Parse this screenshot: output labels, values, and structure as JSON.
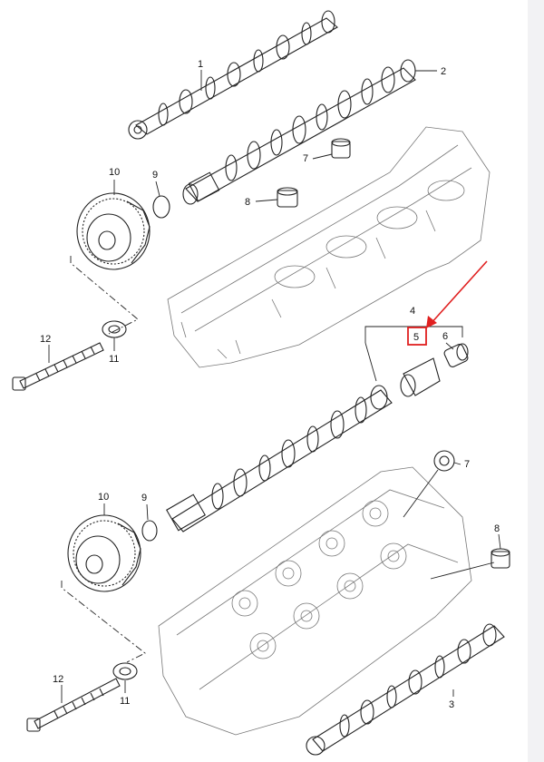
{
  "diagram": {
    "callouts": [
      {
        "id": "c1",
        "text": "1"
      },
      {
        "id": "c2",
        "text": "2"
      },
      {
        "id": "c7a",
        "text": "7"
      },
      {
        "id": "c10a",
        "text": "10"
      },
      {
        "id": "c9a",
        "text": "9"
      },
      {
        "id": "c8a",
        "text": "8"
      },
      {
        "id": "c12a",
        "text": "12"
      },
      {
        "id": "c11a",
        "text": "11"
      },
      {
        "id": "c4",
        "text": "4"
      },
      {
        "id": "c5",
        "text": "5"
      },
      {
        "id": "c6",
        "text": "6"
      },
      {
        "id": "c7b",
        "text": "7"
      },
      {
        "id": "c10b",
        "text": "10"
      },
      {
        "id": "c9b",
        "text": "9"
      },
      {
        "id": "c8b",
        "text": "8"
      },
      {
        "id": "c12b",
        "text": "12"
      },
      {
        "id": "c11b",
        "text": "11"
      },
      {
        "id": "c3",
        "text": "3"
      }
    ],
    "highlight_color": "#e02020"
  }
}
